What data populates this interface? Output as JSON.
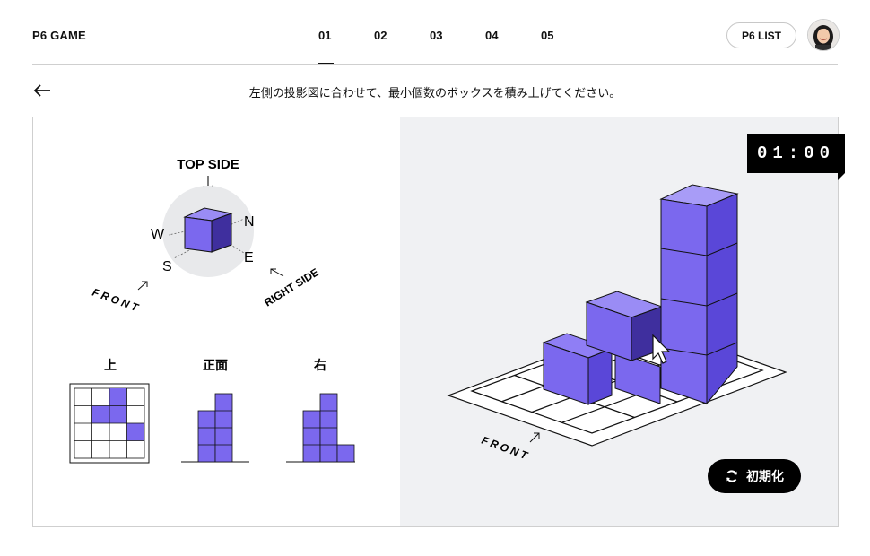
{
  "header": {
    "brand": "P6 GAME",
    "tabs": [
      {
        "label": "01",
        "active": true
      },
      {
        "label": "02",
        "active": false
      },
      {
        "label": "03",
        "active": false
      },
      {
        "label": "04",
        "active": false
      },
      {
        "label": "05",
        "active": false
      }
    ],
    "list_button": "P6 LIST"
  },
  "instruction": "左側の投影図に合わせて、最小個数のボックスを積み上げてください。",
  "orientation": {
    "top_side": "TOP SIDE",
    "right_side": "RIGHT SIDE",
    "front": "FRONT",
    "directions": {
      "n": "N",
      "e": "E",
      "s": "S",
      "w": "W"
    }
  },
  "views": {
    "top": {
      "label": "上"
    },
    "front": {
      "label": "正面"
    },
    "right": {
      "label": "右"
    }
  },
  "board": {
    "front_label": "FRONT"
  },
  "timer": "01:00",
  "reset_button": "初期化",
  "colors": {
    "accent": "#7b68ee",
    "accent_dark": "#4a3ab5",
    "panel_bg": "#f0f1f3"
  }
}
